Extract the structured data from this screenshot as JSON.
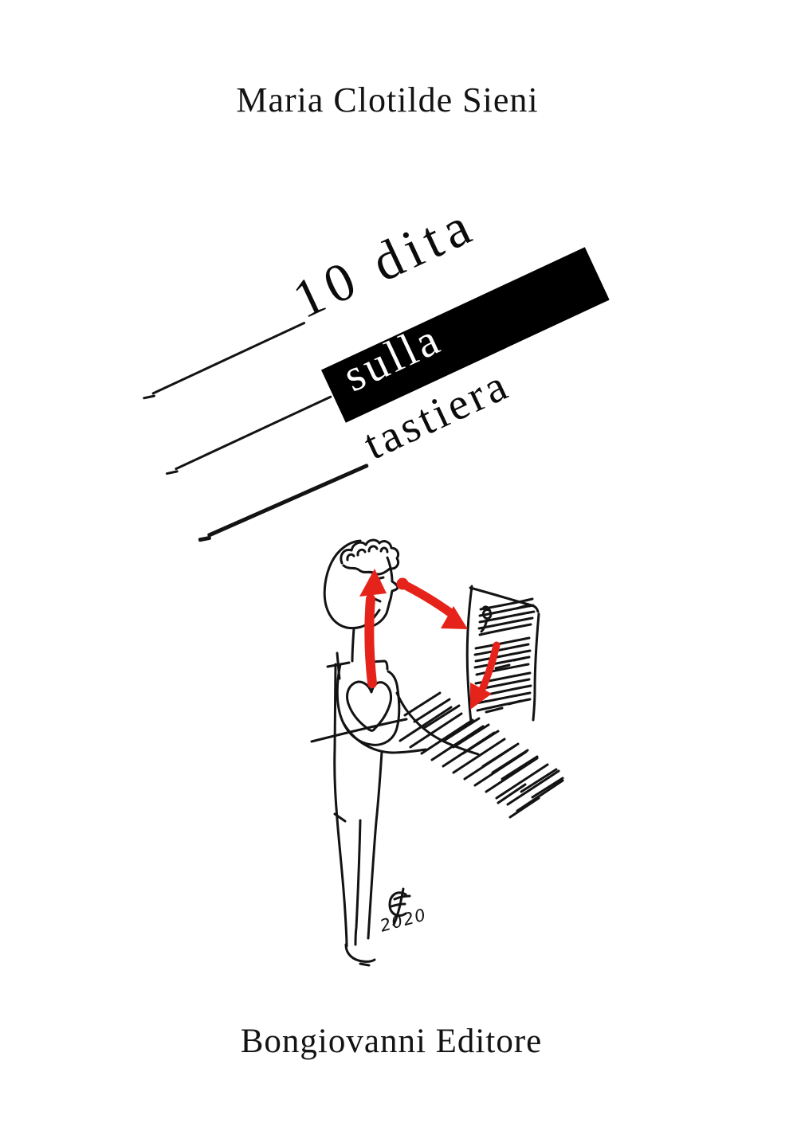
{
  "cover": {
    "author": "Maria Clotilde Sieni",
    "title": {
      "word1": "10 dita",
      "word2": "sulla",
      "word3": "tastiera"
    },
    "publisher": "Bongiovanni Editore",
    "illustration": {
      "signature_monogram": "CF",
      "signature_year": "2020"
    },
    "colors": {
      "background": "#ffffff",
      "ink": "#131313",
      "title_bar": "#000000",
      "title_bar_text": "#ffffff",
      "accent_red": "#e6231a"
    }
  }
}
